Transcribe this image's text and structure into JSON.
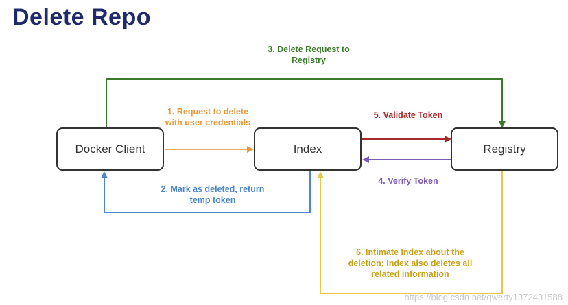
{
  "title": "Delete Repo",
  "nodes": {
    "docker_client": "Docker Client",
    "index": "Index",
    "registry": "Registry"
  },
  "steps": {
    "step1": {
      "line1": "1. Request to delete",
      "line2": "with user credentials",
      "color": "#e89a3c"
    },
    "step2": {
      "line1": "2. Mark as deleted, return",
      "line2": "temp token",
      "color": "#4a86c8"
    },
    "step3": {
      "line1": "3. Delete Request to",
      "line2": "Registry",
      "color": "#3a7a2a"
    },
    "step4": {
      "line1": "4. Verify Token",
      "color": "#7b5bb4"
    },
    "step5": {
      "line1": "5. Validate Token",
      "color": "#a52a2a"
    },
    "step6": {
      "line1": "6. Intimate Index about the",
      "line2": "deletion; Index also deletes all",
      "line3": "related information",
      "color": "#c8a21a"
    }
  },
  "watermark": "https://blog.csdn.net/qwerty1372431588"
}
